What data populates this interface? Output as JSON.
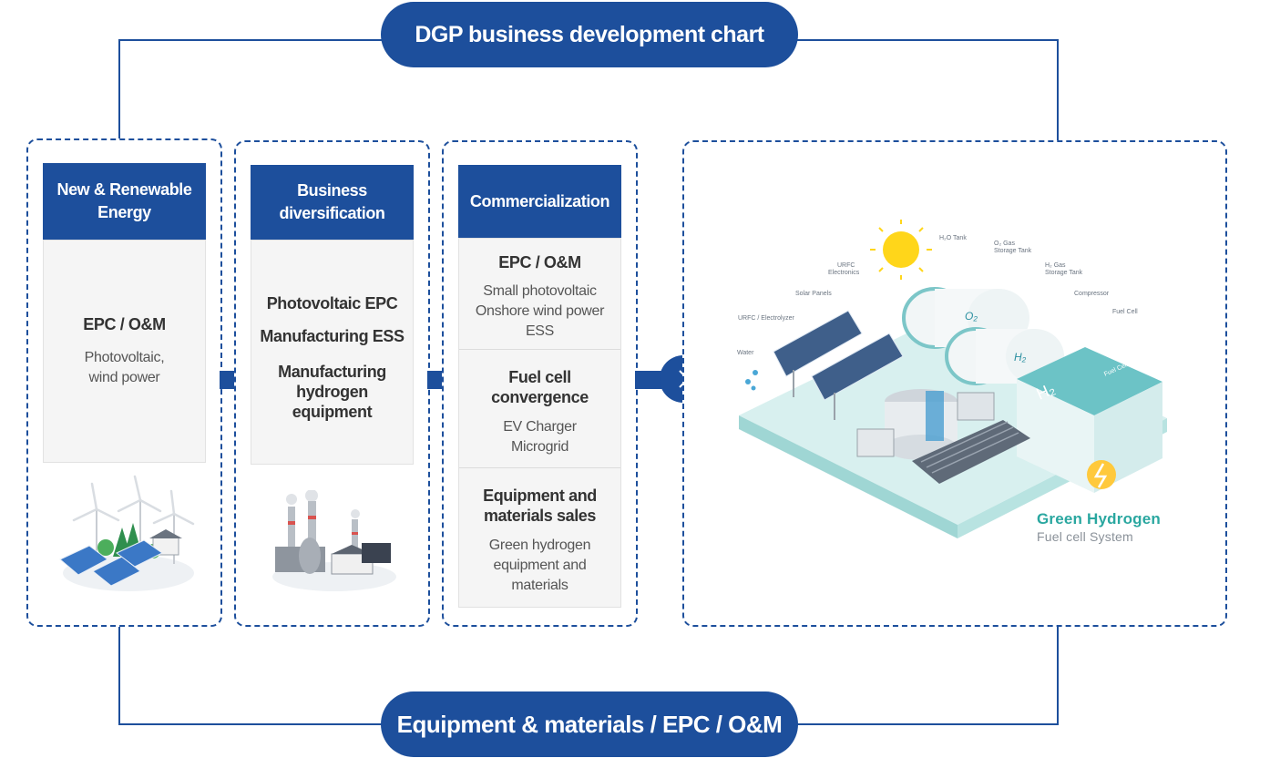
{
  "title": "DGP business development chart",
  "footer": "Equipment & materials / EPC / O&M",
  "columns": [
    {
      "header_line1": "New & Renewable",
      "header_line2": "Energy",
      "main": "EPC / O&M",
      "sub_line1": "Photovoltaic,",
      "sub_line2": "wind power"
    },
    {
      "header_line1": "Business",
      "header_line2": "diversification",
      "items": [
        "Photovoltaic EPC",
        "Manufacturing ESS"
      ],
      "item3_line1": "Manufacturing",
      "item3_line2": "hydrogen",
      "item3_line3": "equipment"
    },
    {
      "header": "Commercialization",
      "sec1": {
        "main": "EPC / O&M",
        "sub": [
          "Small photovoltaic",
          "Onshore wind power",
          "ESS"
        ]
      },
      "sec2": {
        "main_line1": "Fuel cell",
        "main_line2": "convergence",
        "sub": [
          "EV Charger",
          "Microgrid"
        ]
      },
      "sec3": {
        "main_line1": "Equipment and",
        "main_line2": "materials sales",
        "sub": [
          "Green hydrogen",
          "equipment and",
          "materials"
        ]
      }
    }
  ],
  "illustration": {
    "brand_line1": "Green Hydrogen",
    "brand_line2": "Fuel cell System",
    "labels": [
      "H₂O Tank",
      "URFC",
      "Electronics",
      "O₂ Gas",
      "Storage Tank",
      "H₂ Gas",
      "Storage Tank",
      "Solar Panels",
      "Compressor",
      "Fuel Cell",
      "URFC / Electrolyzer",
      "Water"
    ],
    "tank_o2": "O₂",
    "tank_h2": "H₂",
    "panel_h2": "H₂",
    "panel_fuelcell": "Fuel Cell"
  },
  "colors": {
    "primary": "#1d4f9c",
    "teal": "#7cc6c8",
    "green_text": "#2aa7a0"
  }
}
